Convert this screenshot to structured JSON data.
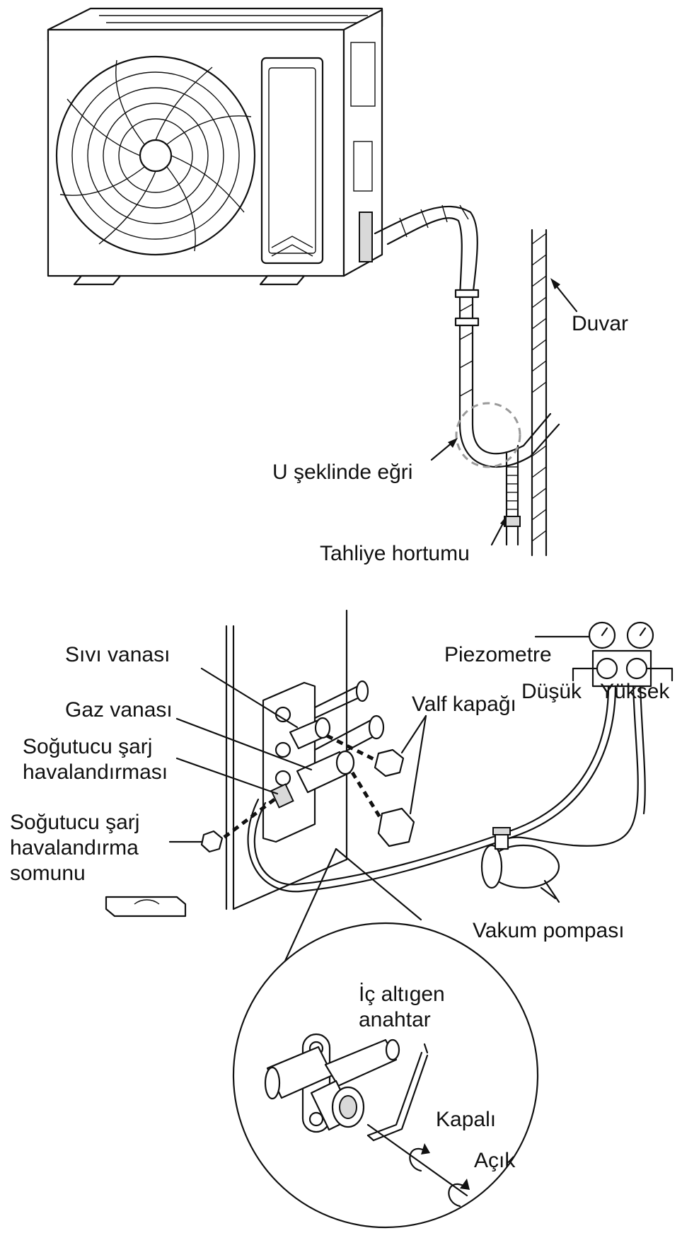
{
  "top": {
    "labels": {
      "wall": "Duvar",
      "u_bend": "U şeklinde eğri",
      "drain_hose": "Tahliye hortumu"
    }
  },
  "bottom": {
    "labels": {
      "liquid_valve": "Sıvı vanası",
      "gas_valve": "Gaz vanası",
      "charge_vent": "Soğutucu şarj\nhavalandırması",
      "charge_vent_nut": "Soğutucu şarj\nhavalandırma\nsomunu",
      "valve_cap": "Valf kapağı",
      "piezometer": "Piezometre",
      "low": "Düşük",
      "high": "Yüksek",
      "vacuum_pump": "Vakum pompası",
      "hex_key": "İç altıgen\nanahtar",
      "closed": "Kapalı",
      "open": "Açık"
    }
  },
  "colors": {
    "line": "#111111",
    "background": "#ffffff",
    "dashed_circle": "#9a9a9a"
  }
}
